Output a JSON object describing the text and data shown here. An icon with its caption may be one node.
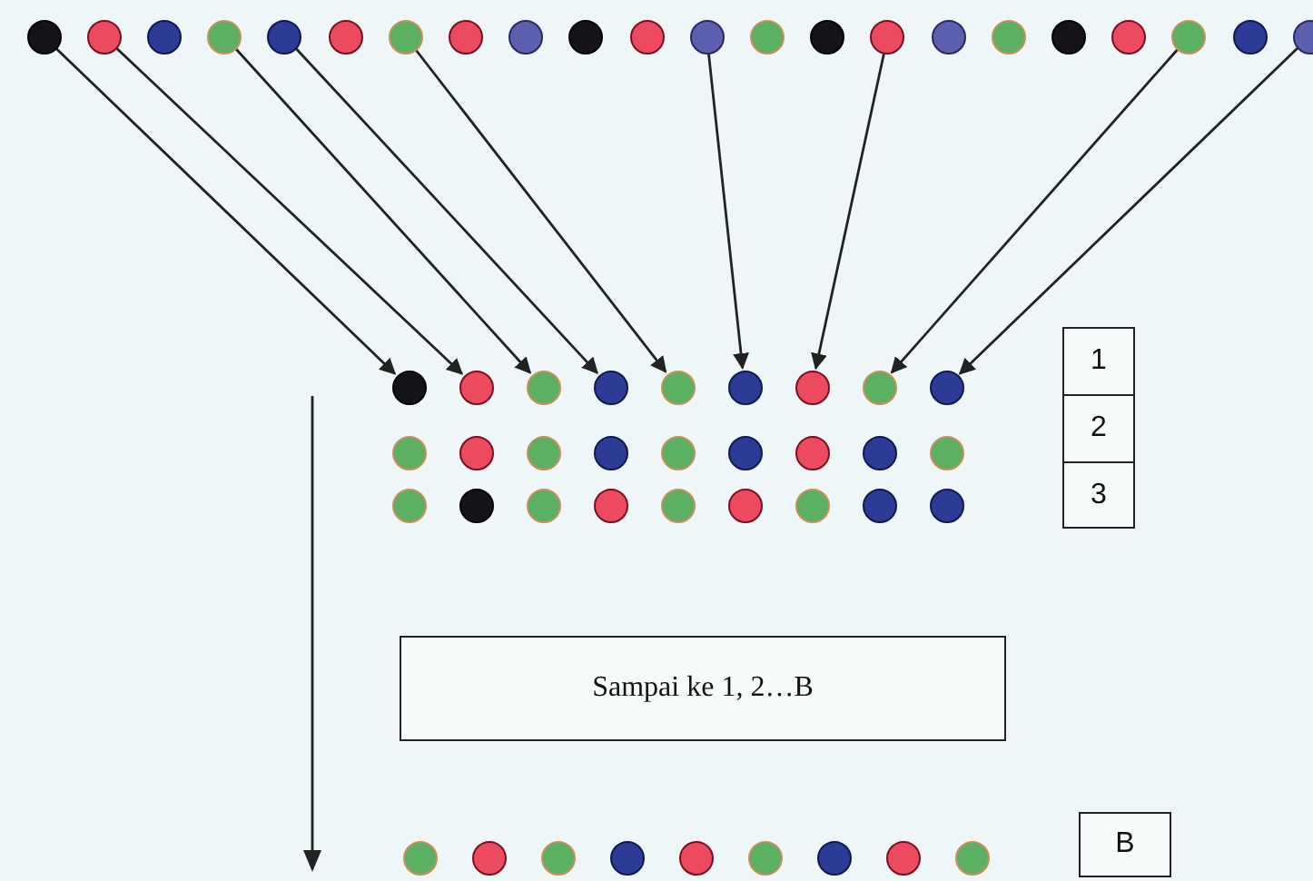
{
  "diagram": {
    "nodes": [
      {
        "text": [],
        "shape": "circle"
      },
      {
        "text": [],
        "shape": "circle"
      },
      {
        "text": [],
        "shape": "circle"
      },
      {
        "text": [],
        "shape": "circle"
      },
      {
        "text": [],
        "shape": "circle"
      },
      {
        "text": [],
        "shape": "circle"
      },
      {
        "text": [],
        "shape": "circle"
      },
      {
        "text": [],
        "shape": "circle"
      },
      {
        "text": [],
        "shape": "circle"
      },
      {
        "text": [],
        "shape": "circle"
      },
      {
        "text": [],
        "shape": "circle"
      },
      {
        "text": [],
        "shape": "circle"
      },
      {
        "text": [],
        "shape": "circle"
      },
      {
        "text": [],
        "shape": "circle"
      },
      {
        "text": [],
        "shape": "circle"
      },
      {
        "text": [],
        "shape": "circle"
      },
      {
        "text": [],
        "shape": "circle"
      },
      {
        "text": [],
        "shape": "circle"
      },
      {
        "text": [],
        "shape": "circle"
      },
      {
        "text": [],
        "shape": "circle"
      },
      {
        "text": [],
        "shape": "circle"
      },
      {
        "text": [],
        "shape": "circle"
      },
      {
        "text": [],
        "shape": "circle"
      },
      {
        "text": [],
        "shape": "circle"
      },
      {
        "text": [],
        "shape": "circle"
      },
      {
        "text": [],
        "shape": "circle"
      },
      {
        "text": [],
        "shape": "circle"
      },
      {
        "text": [],
        "shape": "circle"
      },
      {
        "text": [],
        "shape": "circle"
      },
      {
        "text": [],
        "shape": "circle"
      },
      {
        "text": [],
        "shape": "circle"
      },
      {
        "text": [
          "1"
        ]
      },
      {
        "text": [],
        "shape": "circle"
      },
      {
        "text": [],
        "shape": "circle"
      },
      {
        "text": [],
        "shape": "circle"
      },
      {
        "text": [],
        "shape": "circle"
      },
      {
        "text": [],
        "shape": "circle"
      },
      {
        "text": [],
        "shape": "circle"
      },
      {
        "text": [],
        "shape": "circle"
      },
      {
        "text": [],
        "shape": "circle"
      },
      {
        "text": [],
        "shape": "circle"
      },
      {
        "text": [
          "2"
        ]
      },
      {
        "text": [],
        "shape": "circle"
      },
      {
        "text": [],
        "shape": "circle"
      },
      {
        "text": [],
        "shape": "circle"
      },
      {
        "text": [],
        "shape": "circle"
      },
      {
        "text": [],
        "shape": "circle"
      },
      {
        "text": [],
        "shape": "circle"
      },
      {
        "text": [],
        "shape": "circle"
      },
      {
        "text": [],
        "shape": "circle"
      },
      {
        "text": [],
        "shape": "circle"
      },
      {
        "text": [
          "3"
        ]
      },
      {
        "text": [
          "Sampai ke 1, 2…B"
        ]
      },
      {
        "text": [],
        "shape": "circle"
      },
      {
        "text": [],
        "shape": "circle"
      },
      {
        "text": [],
        "shape": "circle"
      },
      {
        "text": [],
        "shape": "circle"
      },
      {
        "text": [],
        "shape": "circle"
      },
      {
        "text": [],
        "shape": "circle"
      },
      {
        "text": [],
        "shape": "circle"
      },
      {
        "text": [],
        "shape": "circle"
      },
      {
        "text": [],
        "shape": "circle"
      },
      {
        "text": [
          "B"
        ]
      }
    ],
    "edges": [
      {
        "from": 0,
        "to": 22,
        "arrow": "to"
      },
      {
        "from": 1,
        "to": 23,
        "arrow": "to"
      },
      {
        "from": 3,
        "to": 24,
        "arrow": "to"
      },
      {
        "from": 4,
        "to": 25,
        "arrow": "to"
      },
      {
        "from": 6,
        "to": 26,
        "arrow": "to"
      },
      {
        "from": 11,
        "to": 27,
        "arrow": "to"
      },
      {
        "from": 14,
        "to": 28,
        "arrow": "to"
      },
      {
        "from": 19,
        "to": 29,
        "arrow": "to"
      },
      {
        "from": 21,
        "to": 30,
        "arrow": "to"
      }
    ]
  }
}
